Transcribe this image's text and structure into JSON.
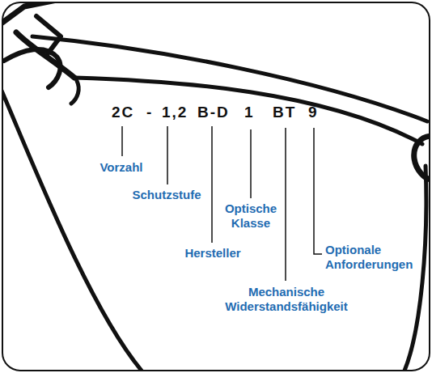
{
  "diagram": {
    "labels": [
      "2C",
      "-",
      "1,2",
      "B-D",
      "1",
      "BT",
      "9",
      "Vorzahl",
      "Schutzstufe",
      "Hersteller",
      "Optische Klasse",
      "Mechanische Widerstandsfähigkeit",
      "Optionale Anforderungen"
    ]
  }
}
